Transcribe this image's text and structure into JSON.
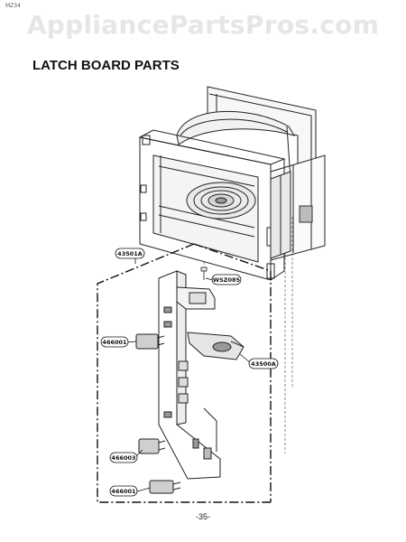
{
  "header": {
    "corner_code": "MZ34",
    "watermark": "AppliancePartsPros.com",
    "title": "LATCH BOARD PARTS"
  },
  "callouts": [
    {
      "id": "43501A"
    },
    {
      "id": "WSZ085"
    },
    {
      "id": "466001"
    },
    {
      "id": "43500A"
    },
    {
      "id": "466003"
    },
    {
      "id": "466001"
    }
  ],
  "footer": {
    "page_number": "-35-"
  }
}
